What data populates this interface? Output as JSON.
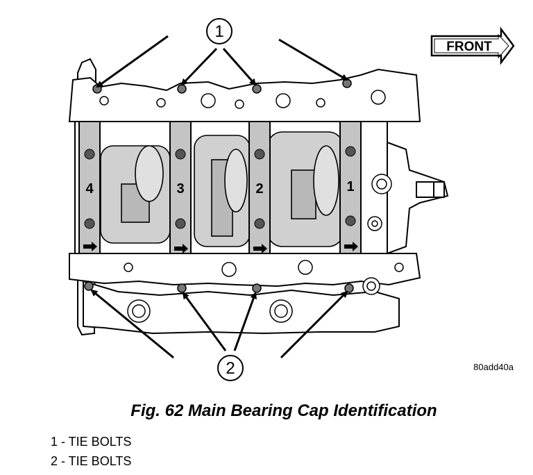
{
  "front_label": "FRONT",
  "callouts": [
    {
      "number": "1"
    },
    {
      "number": "2"
    }
  ],
  "cap_numbers": [
    "4",
    "3",
    "2",
    "1"
  ],
  "figure_code": "80add40a",
  "caption": "Fig. 62 Main Bearing Cap Identification",
  "legend": [
    {
      "text": "1 - TIE BOLTS"
    },
    {
      "text": "2 - TIE BOLTS"
    }
  ]
}
